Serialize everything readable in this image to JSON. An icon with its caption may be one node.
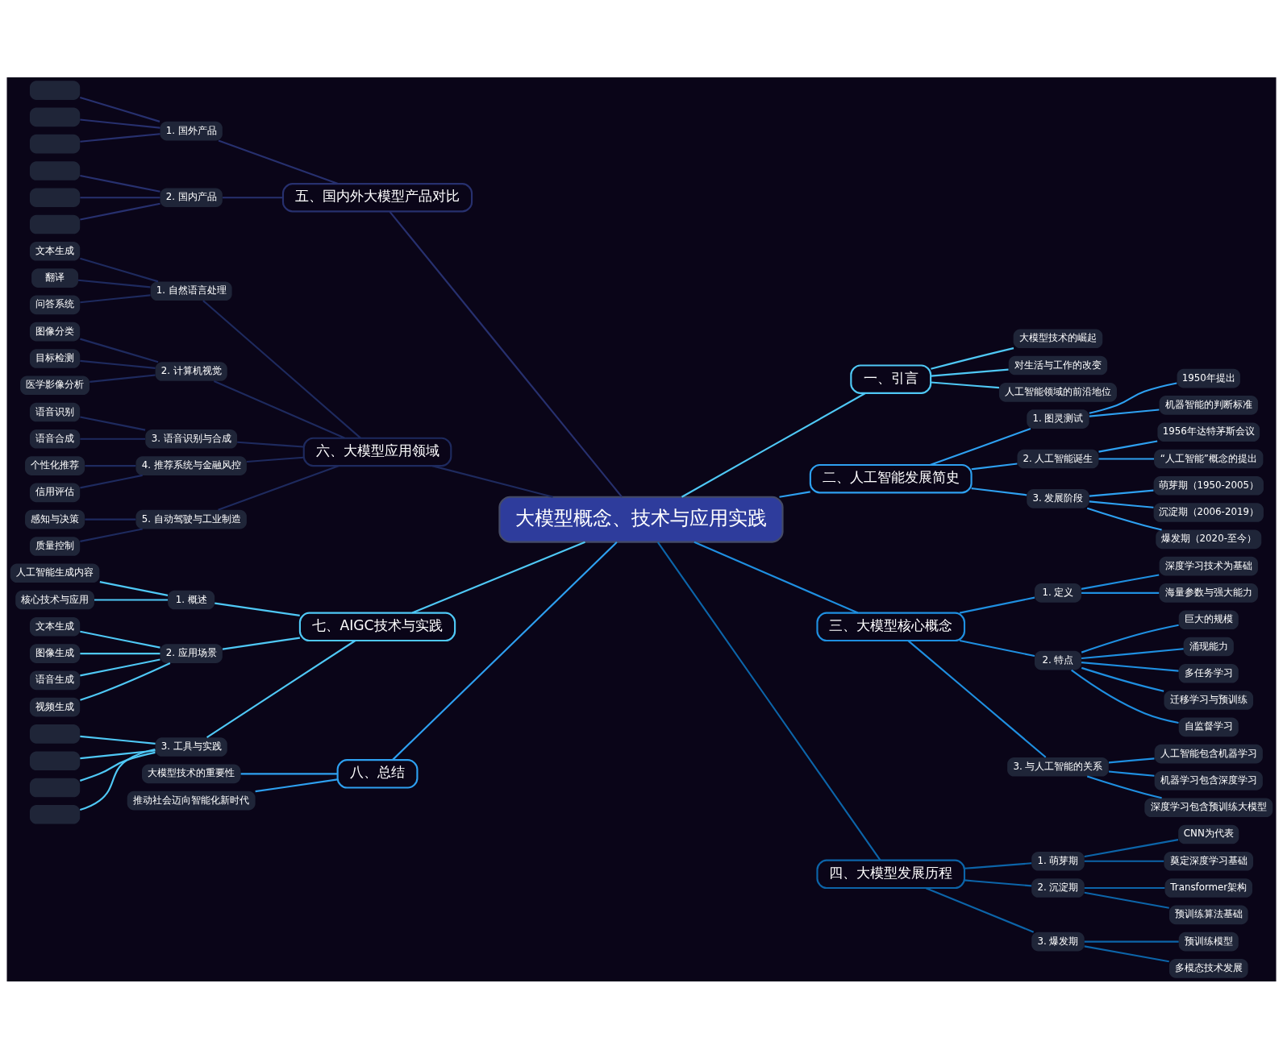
{
  "diagram": {
    "nodes": [
      {
        "text": [
          "大模型概念、技术与应用实践"
        ]
      },
      {
        "text": [
          "五、国内外大模型产品对比"
        ]
      },
      {
        "text": [
          "1. 国外产品"
        ]
      },
      {
        "text": [],
        "shape": "box"
      },
      {
        "text": [],
        "shape": "box"
      },
      {
        "text": [],
        "shape": "box"
      },
      {
        "text": [
          "2. 国内产品"
        ]
      },
      {
        "text": [],
        "shape": "box"
      },
      {
        "text": [],
        "shape": "box"
      },
      {
        "text": [],
        "shape": "box"
      },
      {
        "text": [
          "一、引言"
        ]
      },
      {
        "text": [
          "大模型技术的崛起"
        ]
      },
      {
        "text": [
          "对生活与工作的改变"
        ]
      },
      {
        "text": [
          "人工智能领域的前沿地位"
        ]
      },
      {
        "text": [
          "二、人工智能发展简史"
        ]
      },
      {
        "text": [
          "1. 图灵测试"
        ]
      },
      {
        "text": [
          "1950年提出"
        ]
      },
      {
        "text": [
          "机器智能的判断标准"
        ]
      },
      {
        "text": [
          "2. 人工智能诞生"
        ]
      },
      {
        "text": [
          "1956年达特茅斯会议"
        ]
      },
      {
        "text": [
          "“人工智能”概念的提出"
        ]
      },
      {
        "text": [
          "3. 发展阶段"
        ]
      },
      {
        "text": [
          "萌芽期（1950-2005）"
        ]
      },
      {
        "text": [
          "沉淀期（2006-2019）"
        ]
      },
      {
        "text": [
          "爆发期（2020-至今）"
        ]
      },
      {
        "text": [
          "六、大模型应用领域"
        ]
      },
      {
        "text": [
          "1. 自然语言处理"
        ]
      },
      {
        "text": [
          "文本生成"
        ]
      },
      {
        "text": [
          "翻译"
        ]
      },
      {
        "text": [
          "问答系统"
        ]
      },
      {
        "text": [
          "2. 计算机视觉"
        ]
      },
      {
        "text": [
          "图像分类"
        ]
      },
      {
        "text": [
          "目标检测"
        ]
      },
      {
        "text": [
          "医学影像分析"
        ]
      },
      {
        "text": [
          "3. 语音识别与合成"
        ]
      },
      {
        "text": [
          "语音识别"
        ]
      },
      {
        "text": [
          "语音合成"
        ]
      },
      {
        "text": [
          "4. 推荐系统与金融风控"
        ]
      },
      {
        "text": [
          "个性化推荐"
        ]
      },
      {
        "text": [
          "信用评估"
        ]
      },
      {
        "text": [
          "5. 自动驾驶与工业制造"
        ]
      },
      {
        "text": [
          "感知与决策"
        ]
      },
      {
        "text": [
          "质量控制"
        ]
      },
      {
        "text": [
          "三、大模型核心概念"
        ]
      },
      {
        "text": [
          "1. 定义"
        ]
      },
      {
        "text": [
          "深度学习技术为基础"
        ]
      },
      {
        "text": [
          "海量参数与强大能力"
        ]
      },
      {
        "text": [
          "2. 特点"
        ]
      },
      {
        "text": [
          "巨大的规模"
        ]
      },
      {
        "text": [
          "涌现能力"
        ]
      },
      {
        "text": [
          "多任务学习"
        ]
      },
      {
        "text": [
          "迁移学习与预训练"
        ]
      },
      {
        "text": [
          "自监督学习"
        ]
      },
      {
        "text": [
          "3. 与人工智能的关系"
        ]
      },
      {
        "text": [
          "人工智能包含机器学习"
        ]
      },
      {
        "text": [
          "机器学习包含深度学习"
        ]
      },
      {
        "text": [
          "深度学习包含预训练大模型"
        ]
      },
      {
        "text": [
          "七、AIGC技术与实践"
        ]
      },
      {
        "text": [
          "1. 概述"
        ]
      },
      {
        "text": [
          "人工智能生成内容"
        ]
      },
      {
        "text": [
          "核心技术与应用"
        ]
      },
      {
        "text": [
          "2. 应用场景"
        ]
      },
      {
        "text": [
          "文本生成"
        ]
      },
      {
        "text": [
          "图像生成"
        ]
      },
      {
        "text": [
          "语音生成"
        ]
      },
      {
        "text": [
          "视频生成"
        ]
      },
      {
        "text": [
          "3. 工具与实践"
        ]
      },
      {
        "text": [],
        "shape": "box"
      },
      {
        "text": [],
        "shape": "box"
      },
      {
        "text": [],
        "shape": "box"
      },
      {
        "text": [],
        "shape": "box"
      },
      {
        "text": [
          "四、大模型发展历程"
        ]
      },
      {
        "text": [
          "1. 萌芽期"
        ]
      },
      {
        "text": [
          "CNN为代表"
        ]
      },
      {
        "text": [
          "奠定深度学习基础"
        ]
      },
      {
        "text": [
          "2. 沉淀期"
        ]
      },
      {
        "text": [
          "Transformer架构"
        ]
      },
      {
        "text": [
          "预训练算法基础"
        ]
      },
      {
        "text": [
          "3. 爆发期"
        ]
      },
      {
        "text": [
          "预训练模型"
        ]
      },
      {
        "text": [
          "多模态技术发展"
        ]
      },
      {
        "text": [
          "八、总结"
        ]
      },
      {
        "text": [
          "大模型技术的重要性"
        ]
      },
      {
        "text": [
          "推动社会迈向智能化新时代"
        ]
      }
    ],
    "edges": [
      {
        "from": 0,
        "to": 1,
        "arrow": "none",
        "color": "#27306e"
      },
      {
        "from": 1,
        "to": 2,
        "arrow": "none",
        "color": "#27306e"
      },
      {
        "from": 2,
        "to": 3,
        "arrow": "none",
        "color": "#27306e"
      },
      {
        "from": 2,
        "to": 4,
        "arrow": "none",
        "color": "#27306e"
      },
      {
        "from": 2,
        "to": 5,
        "arrow": "none",
        "color": "#27306e"
      },
      {
        "from": 1,
        "to": 6,
        "arrow": "none",
        "color": "#27306e"
      },
      {
        "from": 6,
        "to": 7,
        "arrow": "none",
        "color": "#27306e"
      },
      {
        "from": 6,
        "to": 8,
        "arrow": "none",
        "color": "#27306e"
      },
      {
        "from": 6,
        "to": 9,
        "arrow": "none",
        "color": "#27306e"
      },
      {
        "from": 0,
        "to": 10,
        "arrow": "none",
        "color": "#4fc8f5"
      },
      {
        "from": 10,
        "to": 11,
        "arrow": "none",
        "color": "#4fc8f5"
      },
      {
        "from": 10,
        "to": 12,
        "arrow": "none",
        "color": "#4fc8f5"
      },
      {
        "from": 10,
        "to": 13,
        "arrow": "none",
        "color": "#4fc8f5"
      },
      {
        "from": 0,
        "to": 14,
        "arrow": "none",
        "color": "#2ea0f0"
      },
      {
        "from": 14,
        "to": 15,
        "arrow": "none",
        "color": "#2ea0f0"
      },
      {
        "from": 15,
        "to": 16,
        "arrow": "none",
        "color": "#2ea0f0"
      },
      {
        "from": 15,
        "to": 17,
        "arrow": "none",
        "color": "#2ea0f0"
      },
      {
        "from": 14,
        "to": 18,
        "arrow": "none",
        "color": "#2ea0f0"
      },
      {
        "from": 18,
        "to": 19,
        "arrow": "none",
        "color": "#2ea0f0"
      },
      {
        "from": 18,
        "to": 20,
        "arrow": "none",
        "color": "#2ea0f0"
      },
      {
        "from": 14,
        "to": 21,
        "arrow": "none",
        "color": "#2ea0f0"
      },
      {
        "from": 21,
        "to": 22,
        "arrow": "none",
        "color": "#2ea0f0"
      },
      {
        "from": 21,
        "to": 23,
        "arrow": "none",
        "color": "#2ea0f0"
      },
      {
        "from": 21,
        "to": 24,
        "arrow": "none",
        "color": "#2ea0f0"
      },
      {
        "from": 0,
        "to": 25,
        "arrow": "none",
        "color": "#1e2a5e"
      },
      {
        "from": 25,
        "to": 26,
        "arrow": "none",
        "color": "#1e2a5e"
      },
      {
        "from": 26,
        "to": 27,
        "arrow": "none",
        "color": "#1e2a5e"
      },
      {
        "from": 26,
        "to": 28,
        "arrow": "none",
        "color": "#1e2a5e"
      },
      {
        "from": 26,
        "to": 29,
        "arrow": "none",
        "color": "#1e2a5e"
      },
      {
        "from": 25,
        "to": 30,
        "arrow": "none",
        "color": "#1e2a5e"
      },
      {
        "from": 30,
        "to": 31,
        "arrow": "none",
        "color": "#1e2a5e"
      },
      {
        "from": 30,
        "to": 32,
        "arrow": "none",
        "color": "#1e2a5e"
      },
      {
        "from": 30,
        "to": 33,
        "arrow": "none",
        "color": "#1e2a5e"
      },
      {
        "from": 25,
        "to": 34,
        "arrow": "none",
        "color": "#1e2a5e"
      },
      {
        "from": 34,
        "to": 35,
        "arrow": "none",
        "color": "#1e2a5e"
      },
      {
        "from": 34,
        "to": 36,
        "arrow": "none",
        "color": "#1e2a5e"
      },
      {
        "from": 25,
        "to": 37,
        "arrow": "none",
        "color": "#1e2a5e"
      },
      {
        "from": 37,
        "to": 38,
        "arrow": "none",
        "color": "#1e2a5e"
      },
      {
        "from": 37,
        "to": 39,
        "arrow": "none",
        "color": "#1e2a5e"
      },
      {
        "from": 25,
        "to": 40,
        "arrow": "none",
        "color": "#1e2a5e"
      },
      {
        "from": 40,
        "to": 41,
        "arrow": "none",
        "color": "#1e2a5e"
      },
      {
        "from": 40,
        "to": 42,
        "arrow": "none",
        "color": "#1e2a5e"
      },
      {
        "from": 0,
        "to": 43,
        "arrow": "none",
        "color": "#1f8fe0"
      },
      {
        "from": 43,
        "to": 44,
        "arrow": "none",
        "color": "#1f8fe0"
      },
      {
        "from": 44,
        "to": 45,
        "arrow": "none",
        "color": "#1f8fe0"
      },
      {
        "from": 44,
        "to": 46,
        "arrow": "none",
        "color": "#1f8fe0"
      },
      {
        "from": 43,
        "to": 47,
        "arrow": "none",
        "color": "#1f8fe0"
      },
      {
        "from": 47,
        "to": 48,
        "arrow": "none",
        "color": "#1f8fe0"
      },
      {
        "from": 47,
        "to": 49,
        "arrow": "none",
        "color": "#1f8fe0"
      },
      {
        "from": 47,
        "to": 50,
        "arrow": "none",
        "color": "#1f8fe0"
      },
      {
        "from": 47,
        "to": 51,
        "arrow": "none",
        "color": "#1f8fe0"
      },
      {
        "from": 47,
        "to": 52,
        "arrow": "none",
        "color": "#1f8fe0"
      },
      {
        "from": 43,
        "to": 53,
        "arrow": "none",
        "color": "#1f8fe0"
      },
      {
        "from": 53,
        "to": 54,
        "arrow": "none",
        "color": "#1f8fe0"
      },
      {
        "from": 53,
        "to": 55,
        "arrow": "none",
        "color": "#1f8fe0"
      },
      {
        "from": 53,
        "to": 56,
        "arrow": "none",
        "color": "#1f8fe0"
      },
      {
        "from": 0,
        "to": 57,
        "arrow": "none",
        "color": "#4fc8f5"
      },
      {
        "from": 57,
        "to": 58,
        "arrow": "none",
        "color": "#4fc8f5"
      },
      {
        "from": 58,
        "to": 59,
        "arrow": "none",
        "color": "#4fc8f5"
      },
      {
        "from": 58,
        "to": 60,
        "arrow": "none",
        "color": "#4fc8f5"
      },
      {
        "from": 57,
        "to": 61,
        "arrow": "none",
        "color": "#4fc8f5"
      },
      {
        "from": 61,
        "to": 62,
        "arrow": "none",
        "color": "#4fc8f5"
      },
      {
        "from": 61,
        "to": 63,
        "arrow": "none",
        "color": "#4fc8f5"
      },
      {
        "from": 61,
        "to": 64,
        "arrow": "none",
        "color": "#4fc8f5"
      },
      {
        "from": 61,
        "to": 65,
        "arrow": "none",
        "color": "#4fc8f5"
      },
      {
        "from": 57,
        "to": 66,
        "arrow": "none",
        "color": "#4fc8f5"
      },
      {
        "from": 66,
        "to": 67,
        "arrow": "none",
        "color": "#4fc8f5"
      },
      {
        "from": 66,
        "to": 68,
        "arrow": "none",
        "color": "#4fc8f5"
      },
      {
        "from": 66,
        "to": 69,
        "arrow": "none",
        "color": "#4fc8f5"
      },
      {
        "from": 66,
        "to": 70,
        "arrow": "none",
        "color": "#4fc8f5"
      },
      {
        "from": 0,
        "to": 71,
        "arrow": "none",
        "color": "#0c64a8"
      },
      {
        "from": 71,
        "to": 72,
        "arrow": "none",
        "color": "#0c64a8"
      },
      {
        "from": 72,
        "to": 73,
        "arrow": "none",
        "color": "#0c64a8"
      },
      {
        "from": 72,
        "to": 74,
        "arrow": "none",
        "color": "#0c64a8"
      },
      {
        "from": 71,
        "to": 75,
        "arrow": "none",
        "color": "#0c64a8"
      },
      {
        "from": 75,
        "to": 76,
        "arrow": "none",
        "color": "#0c64a8"
      },
      {
        "from": 75,
        "to": 77,
        "arrow": "none",
        "color": "#0c64a8"
      },
      {
        "from": 71,
        "to": 78,
        "arrow": "none",
        "color": "#0c64a8"
      },
      {
        "from": 78,
        "to": 79,
        "arrow": "none",
        "color": "#0c64a8"
      },
      {
        "from": 78,
        "to": 80,
        "arrow": "none",
        "color": "#0c64a8"
      },
      {
        "from": 0,
        "to": 81,
        "arrow": "none",
        "color": "#2ea0f0"
      },
      {
        "from": 81,
        "to": 82,
        "arrow": "none",
        "color": "#2ea0f0"
      },
      {
        "from": 81,
        "to": 83,
        "arrow": "none",
        "color": "#2ea0f0"
      }
    ]
  }
}
